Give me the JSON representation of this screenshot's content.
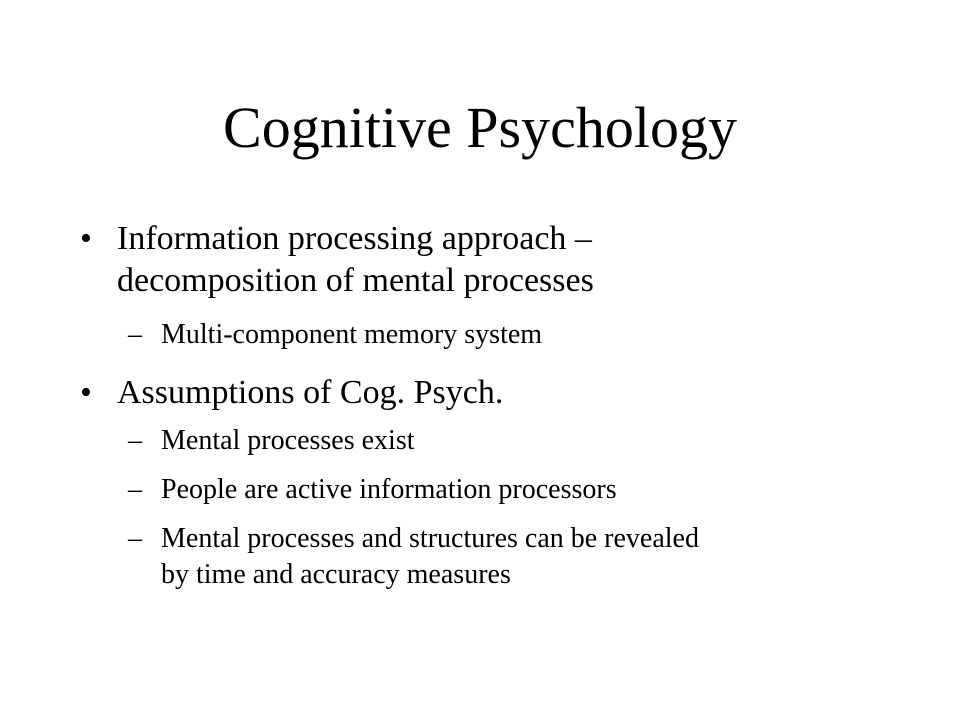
{
  "slide": {
    "title": "Cognitive Psychology",
    "bullets": [
      {
        "marker": "•",
        "line1": "Information processing approach –",
        "line2": "decomposition of mental processes",
        "subs": [
          {
            "marker": "–",
            "line1": "Multi-component memory system"
          }
        ]
      },
      {
        "marker": "•",
        "line1": "Assumptions of Cog. Psych.",
        "subs": [
          {
            "marker": "–",
            "line1": "Mental processes exist"
          },
          {
            "marker": "–",
            "line1": "People are active information processors"
          },
          {
            "marker": "–",
            "line1": "Mental processes and structures can be revealed",
            "line2": "by time and accuracy measures"
          }
        ]
      }
    ]
  }
}
